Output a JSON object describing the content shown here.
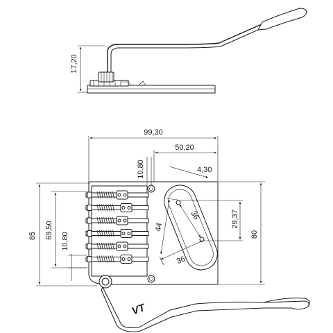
{
  "dimensions": {
    "side_height": "17,20",
    "total_length": "99,30",
    "cavity_offset": "50,20",
    "screw_spacing": "10,80",
    "slot_width": "4,30",
    "slot_vertical": "29,37",
    "slot_diagonal_a": "36",
    "slot_diagonal_b": "36",
    "slot_length": "44",
    "total_height": "85",
    "inner_height": "69,50",
    "saddle_spacing": "10,80",
    "plate_height": "80"
  },
  "arm_logo": "VT",
  "saddle_count": 6
}
